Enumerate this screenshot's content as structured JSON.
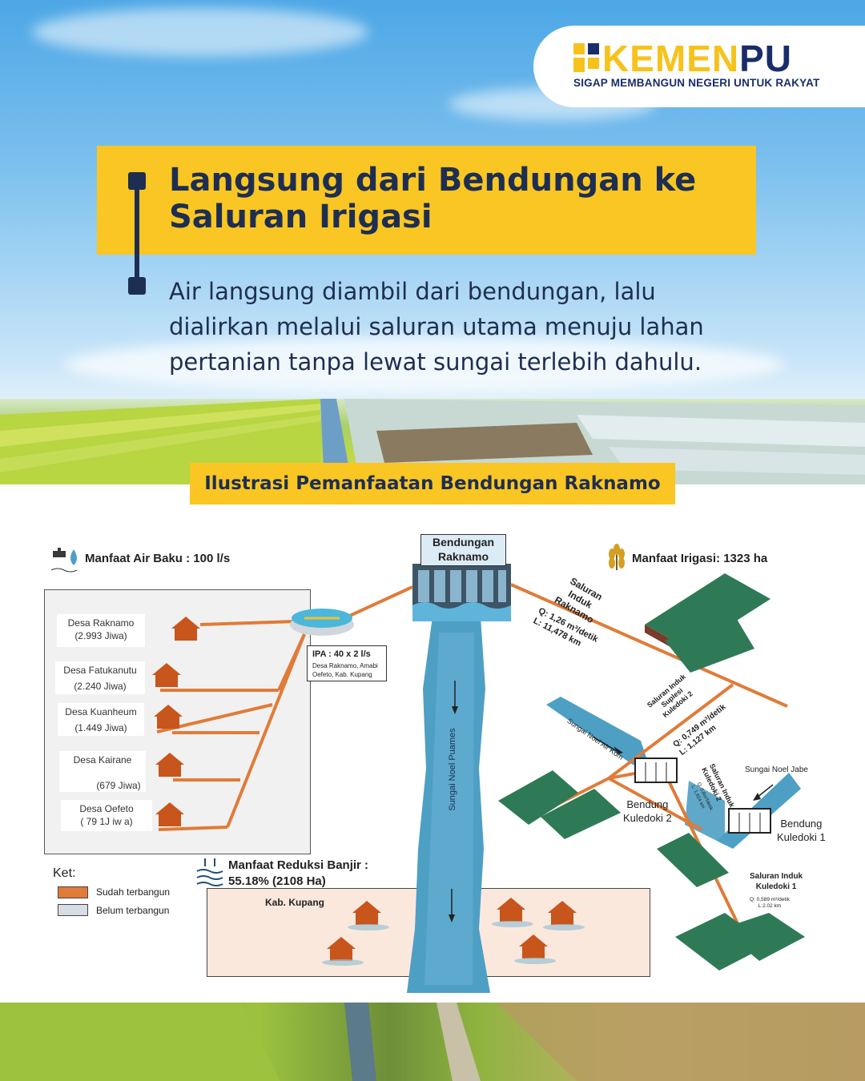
{
  "logo": {
    "part1": "KEMEN",
    "part2": "PU",
    "tagline": "SIGAP MEMBANGUN NEGERI UNTUK RAKYAT"
  },
  "title": {
    "line1": "Langsung dari Bendungan ke",
    "line2": "Saluran Irigasi"
  },
  "description": {
    "line1": "Air langsung diambil dari bendungan, lalu",
    "line2": "dialirkan melalui saluran utama menuju lahan",
    "line3": "pertanian tanpa lewat sungai terlebih dahulu."
  },
  "illustration_title": "Ilustrasi Pemanfaatan Bendungan Raknamo",
  "diagram": {
    "air_baku": "Manfaat Air Baku : 100 l/s",
    "irigasi": "Manfaat Irigasi: 1323 ha",
    "banjir": {
      "line1": "Manfaat Reduksi Banjir :",
      "line2": "55.18% (2108 Ha)"
    },
    "dam": {
      "line1": "Bendungan",
      "line2": "Raknamo"
    },
    "villages": [
      {
        "name": "Desa Raknamo",
        "pop": "(2.993 Jiwa)"
      },
      {
        "name": "Desa Fatukanutu",
        "pop": "(2.240 Jiwa)"
      },
      {
        "name": "Desa Kuanheum",
        "pop": "(1.449 Jiwa)"
      },
      {
        "name": "Desa Kairane",
        "pop": "(679 Jiwa)"
      },
      {
        "name": "Desa Oefeto",
        "pop": "( 79 1J iw a)"
      }
    ],
    "ipa": {
      "title": "IPA : 40 x 2 l/s",
      "line1": "Desa Raknamo, Amabi",
      "line2": "Oefeto, Kab. Kupang"
    },
    "river_main": "Sungai Noel Puames",
    "river_air_kom": "Sungai Noel Air Kom",
    "river_jabe": "Sungai Noel Jabe",
    "si_raknamo": {
      "l1": "Saluran",
      "l2": "Induk",
      "l3": "Raknamo",
      "q": "Q: 1,26 m³/detik",
      "len": "L: 11,478 km"
    },
    "si_suplesi": {
      "l1": "Saluran Induk",
      "l2": "Suplesi",
      "l3": "Kuledoki 2",
      "q": "Q: 0,749 m³/detik",
      "len": "L: 1,127 km"
    },
    "si_kuledoki2": {
      "l1": "Saluran Induk",
      "l2": "Kuledoki 2",
      "q": "Q: 0,8m³/detik",
      "len": "L: 1,924 km"
    },
    "si_kuledoki1": {
      "l1": "Saluran Induk",
      "l2": "Kuledoki 1",
      "q": "Q: 0,589 m³/detik",
      "len": "L:2.02 km"
    },
    "bendung2": {
      "l1": "Bendung",
      "l2": "Kuledoki 2"
    },
    "bendung1": {
      "l1": "Bendung",
      "l2": "Kuledoki 1"
    },
    "kab_kupang": "Kab. Kupang",
    "legend": {
      "title": "Ket:",
      "built": "Sudah terbangun",
      "not_built": "Belum terbangun"
    }
  },
  "colors": {
    "yellow": "#f9c623",
    "navy": "#1e2e52",
    "orange_channel": "#e07b39",
    "house": "#c8551c",
    "river": "#4e9fc4"
  }
}
